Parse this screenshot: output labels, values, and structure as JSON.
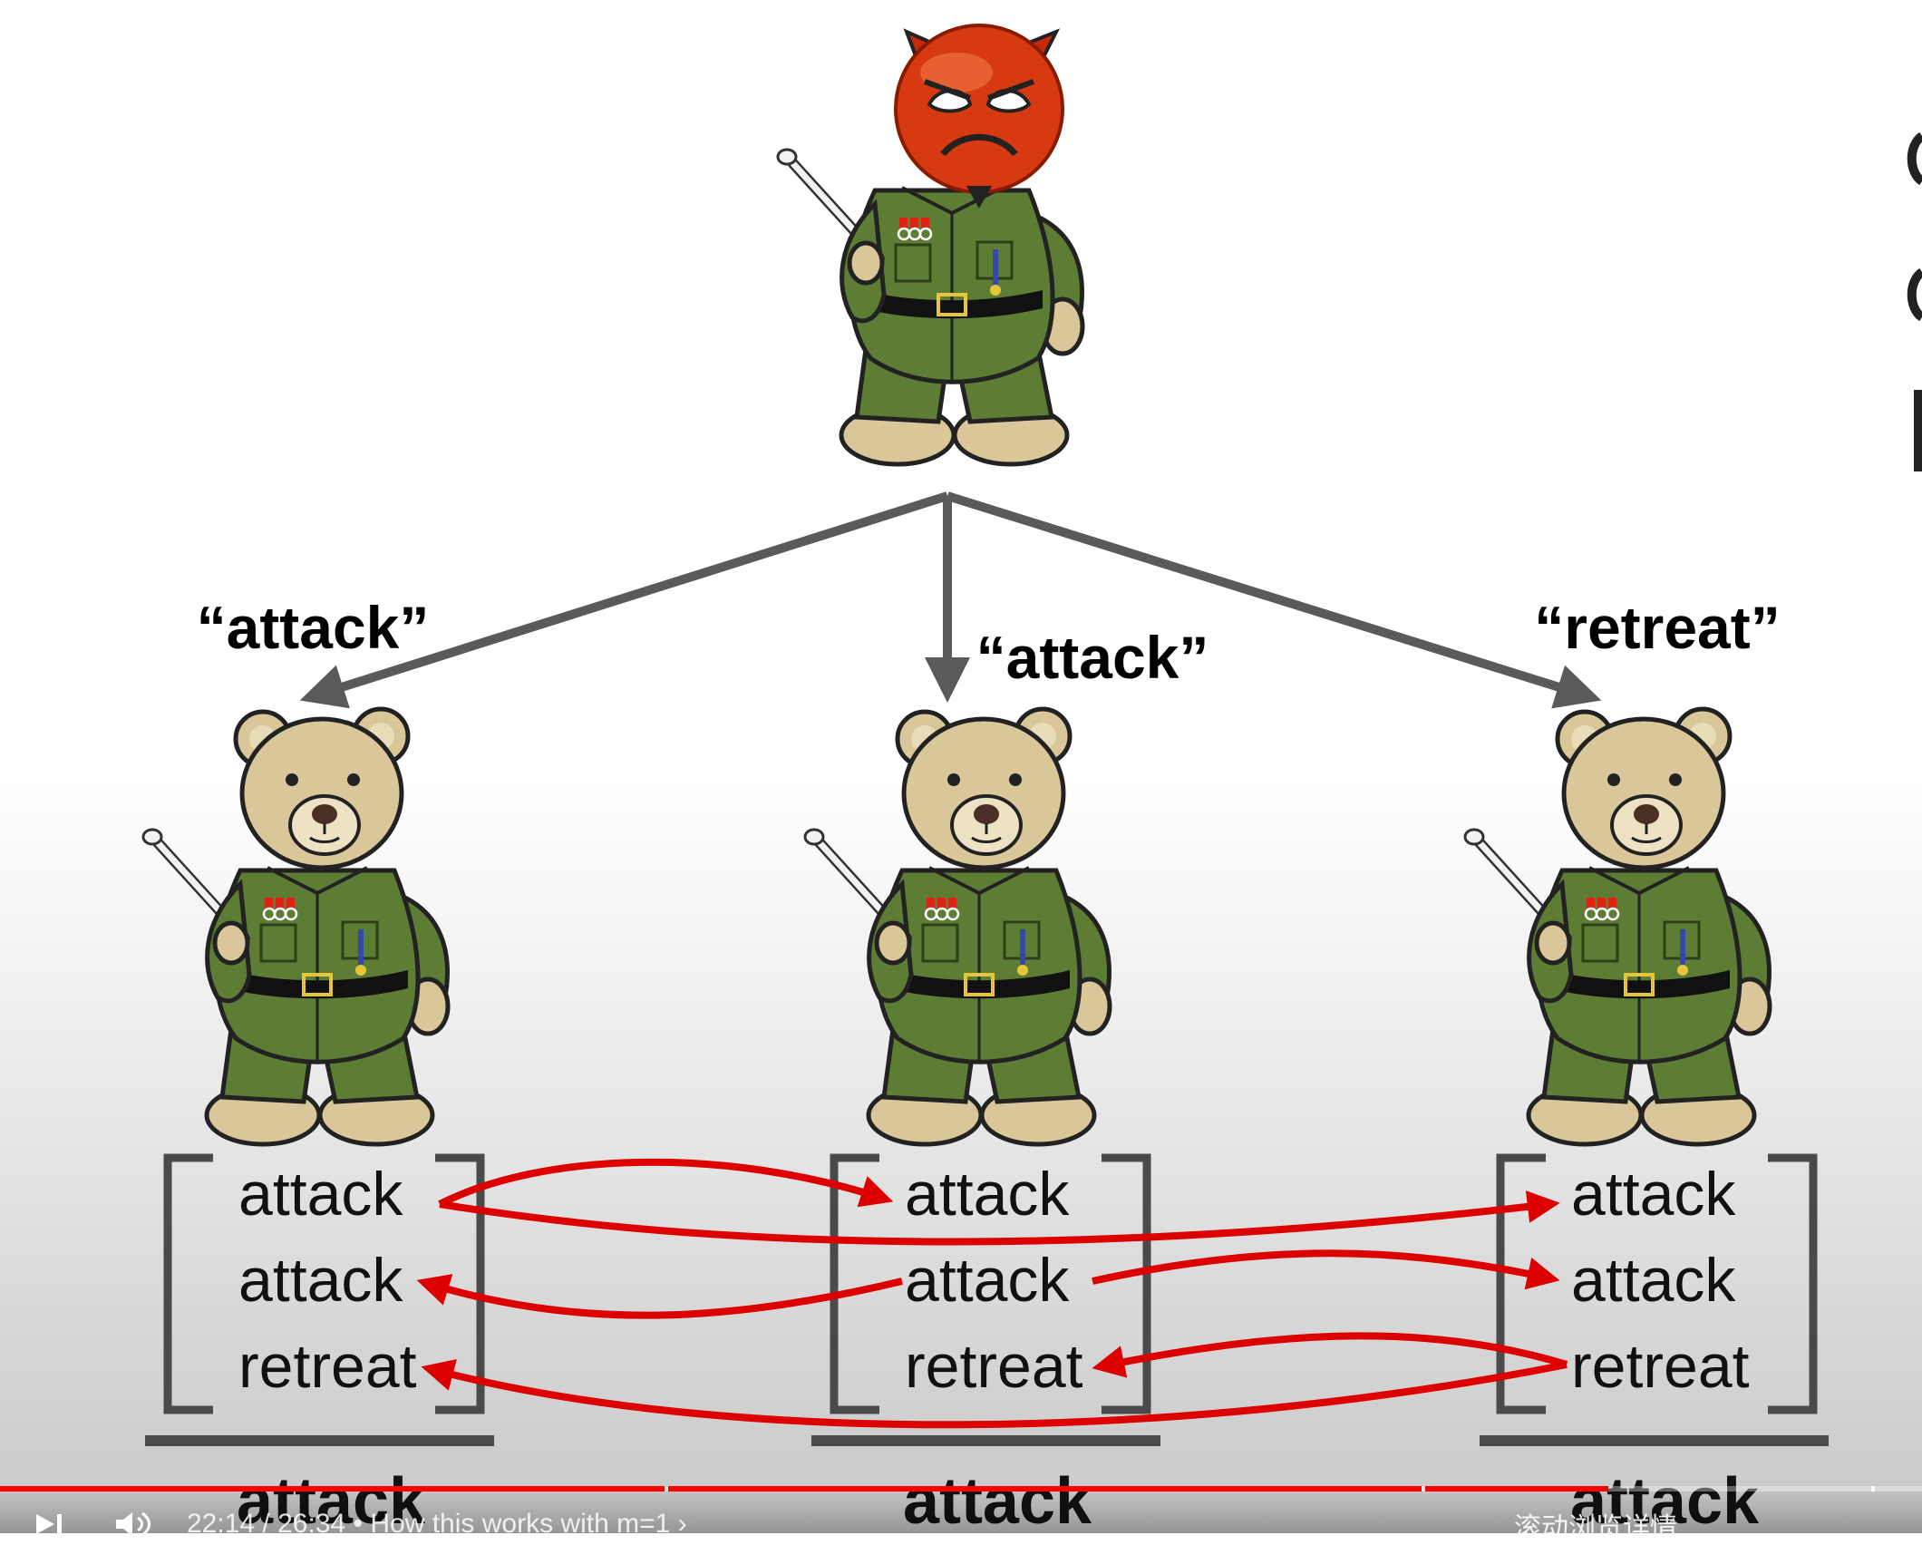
{
  "video": {
    "time_current": "22:14",
    "time_total": "26:34",
    "time_separator": "/",
    "chapter_title": "• How this works with m=1 ›",
    "progress": 0.837,
    "overlay_text": "滚动浏览详情",
    "accent_color": "#ff0000"
  },
  "scene": {
    "commands": [
      {
        "label": "“attack”"
      },
      {
        "label": "“attack”"
      },
      {
        "label": "“retreat”"
      }
    ],
    "vectors": [
      {
        "items": [
          "attack",
          "attack",
          "retreat"
        ],
        "result": "attack"
      },
      {
        "items": [
          "attack",
          "attack",
          "retreat"
        ],
        "result": "attack"
      },
      {
        "items": [
          "attack",
          "attack",
          "retreat"
        ],
        "result": "attack"
      }
    ],
    "colors": {
      "arrow_gray": "#5a5a5a",
      "exchange_red": "#dd0000",
      "uniform_green": "#5e7d34",
      "fur_tan": "#d9c79a",
      "devil_red": "#d73a10"
    }
  },
  "icons": {
    "next": "skip-next-icon",
    "volume": "volume-icon",
    "leader": "devil-face-icon",
    "soldier": "teddy-bear-soldier-icon"
  }
}
